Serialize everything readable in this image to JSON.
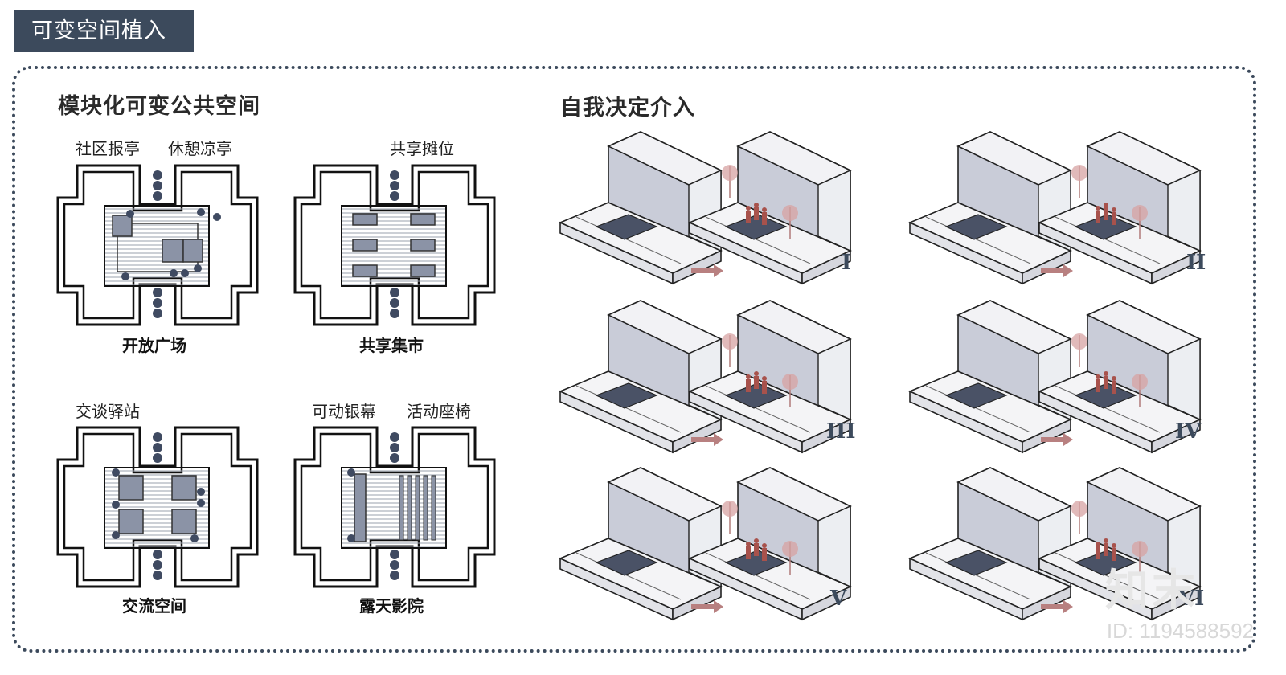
{
  "header": {
    "title": "可变空间植入"
  },
  "left_section": {
    "title": "模块化可变公共空间",
    "plans": [
      {
        "labels": [
          "社区报亭",
          "休憩凉亭"
        ],
        "caption": "开放广场"
      },
      {
        "labels": [
          "共享摊位"
        ],
        "caption": "共享集市"
      },
      {
        "labels": [
          "交谈驿站"
        ],
        "caption": "交流空间"
      },
      {
        "labels": [
          "可动银幕",
          "活动座椅"
        ],
        "caption": "露天影院"
      }
    ]
  },
  "right_section": {
    "title": "自我决定介入",
    "cases": [
      {
        "numeral": "I"
      },
      {
        "numeral": "II"
      },
      {
        "numeral": "III"
      },
      {
        "numeral": "IV"
      },
      {
        "numeral": "V"
      },
      {
        "numeral": "VI"
      }
    ]
  },
  "watermark": {
    "logo": "知末",
    "id": "ID: 1194588592"
  },
  "colors": {
    "accent": "#3c4a5c",
    "wall": "#c9ccd8",
    "arrow": "#b88080",
    "figure": "#a8524c",
    "tree": "#d7a3a3"
  }
}
